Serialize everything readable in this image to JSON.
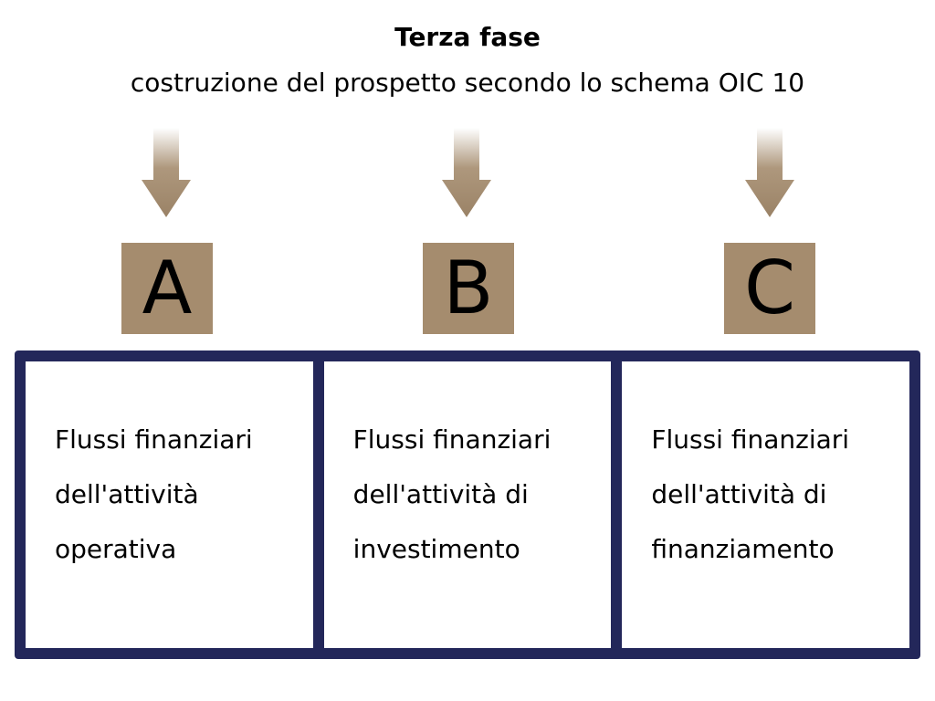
{
  "title": "Terza fase",
  "subtitle": "costruzione del prospetto secondo lo schema OIC 10",
  "colors": {
    "accent": "#a58c6e",
    "frame": "#23275a"
  },
  "columns": [
    {
      "letter": "A",
      "line1": "Flussi finanziari",
      "line2": "dell'attività",
      "line3": "operativa"
    },
    {
      "letter": "B",
      "line1": "Flussi finanziari",
      "line2": "dell'attività di",
      "line3": "investimento"
    },
    {
      "letter": "C",
      "line1": "Flussi finanziari",
      "line2": "dell'attività di",
      "line3": "finanziamento"
    }
  ]
}
